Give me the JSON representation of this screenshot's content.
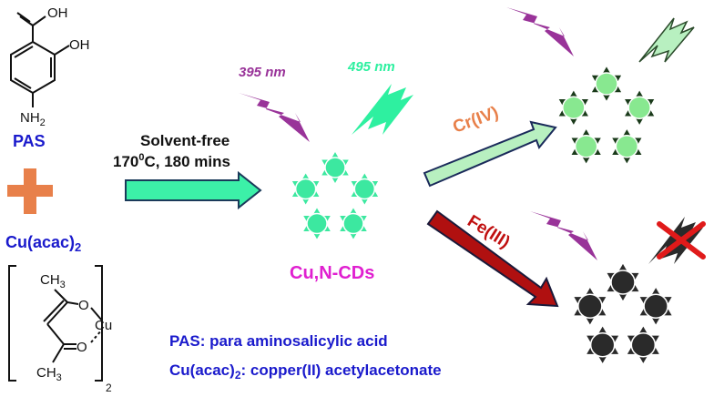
{
  "molecules": {
    "pas": {
      "oh_top": "OH",
      "oh_side": "OH",
      "nh2": "NH",
      "nh2_sub": "2",
      "name": "PAS"
    },
    "cuacac": {
      "name": "Cu(acac)",
      "name_sub": "2",
      "ch3_top": "CH",
      "ch3_top_sub": "3",
      "ch3_bottom": "CH",
      "ch3_bottom_sub": "3",
      "o_top": "O",
      "o_bottom": "O",
      "cu": "Cu",
      "bracket_sub": "2"
    }
  },
  "reaction": {
    "condition_line1": "Solvent-free",
    "condition_temp": "170",
    "condition_sup": "0",
    "condition_rest": "C, 180 mins"
  },
  "excitation": {
    "label": "395 nm",
    "color": "#993399"
  },
  "emission": {
    "label": "495 nm",
    "color": "#2ef0a0"
  },
  "product": {
    "label": "Cu,N-CDs",
    "color": "#e020d0"
  },
  "branches": {
    "cr": {
      "label": "Cr(IV)",
      "color": "#e8804a"
    },
    "fe": {
      "label": "Fe(III)",
      "color": "#c01010"
    }
  },
  "legend": {
    "line1": "PAS: para aminosalicylic acid",
    "line2_a": "Cu(acac)",
    "line2_sub": "2",
    "line2_b": ": copper(II) acetylacetonate",
    "color": "#1a1acc"
  },
  "colors": {
    "plus": "#e8804a",
    "blue_label": "#1a1acc",
    "dot_green": "#3ce8a0",
    "dot_lightgreen": "#88e890",
    "dot_dark": "#2a2a2a"
  }
}
